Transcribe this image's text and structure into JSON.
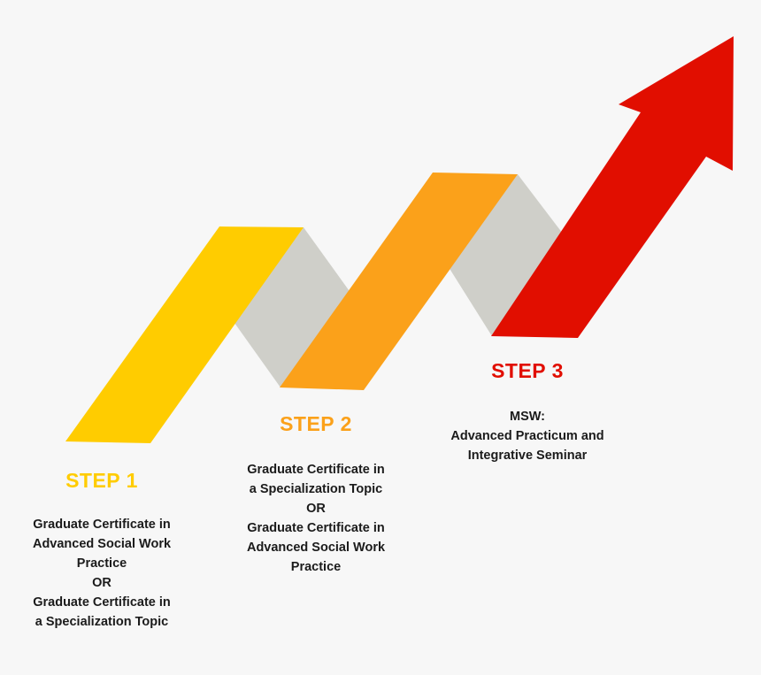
{
  "colors": {
    "step1": "#ffcc00",
    "step2": "#fba11a",
    "step3": "#e10e00",
    "connector": "#cfcfc9",
    "text": "#1b1b1b"
  },
  "steps": [
    {
      "title": "STEP 1",
      "lines": [
        "Graduate Certificate in",
        "Advanced Social Work",
        "Practice",
        "OR",
        "Graduate Certificate in",
        "a Specialization Topic"
      ]
    },
    {
      "title": "STEP 2",
      "lines": [
        "Graduate Certificate in",
        "a Specialization Topic",
        "OR",
        "Graduate Certificate in",
        "Advanced Social Work",
        "Practice"
      ]
    },
    {
      "title": "STEP 3",
      "lines": [
        "MSW:",
        "Advanced Practicum and",
        "Integrative Seminar"
      ]
    }
  ]
}
